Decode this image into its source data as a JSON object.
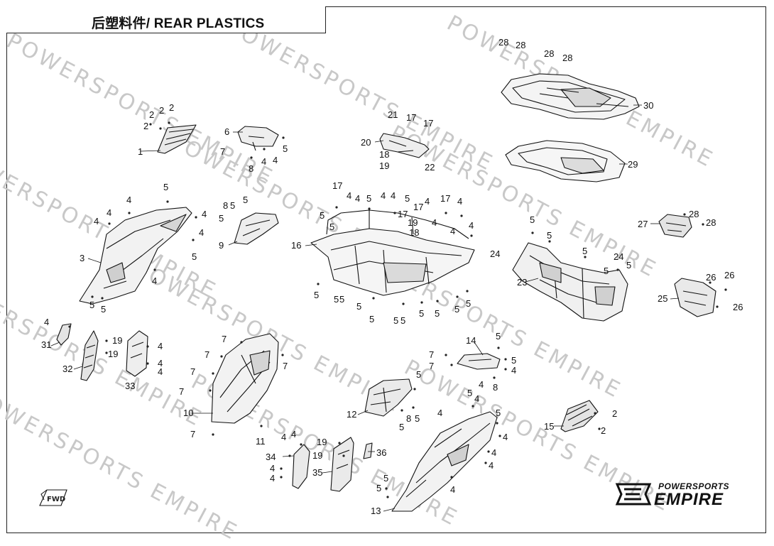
{
  "title": "后塑料件/ REAR PLASTICS",
  "watermark_text": "POWERSPORTS EMPIRE",
  "fwd_label": "FWD",
  "brand": {
    "line1": "POWERSPORTS",
    "line2": "EMPIRE",
    "logo_icon": "empire-shield-logo"
  },
  "callouts": [
    {
      "n": "1"
    },
    {
      "n": "2"
    },
    {
      "n": "3"
    },
    {
      "n": "4"
    },
    {
      "n": "5"
    },
    {
      "n": "6"
    },
    {
      "n": "7"
    },
    {
      "n": "8"
    },
    {
      "n": "9"
    },
    {
      "n": "10"
    },
    {
      "n": "11"
    },
    {
      "n": "12"
    },
    {
      "n": "13"
    },
    {
      "n": "14"
    },
    {
      "n": "15"
    },
    {
      "n": "16"
    },
    {
      "n": "17"
    },
    {
      "n": "18"
    },
    {
      "n": "19"
    },
    {
      "n": "20"
    },
    {
      "n": "21"
    },
    {
      "n": "22"
    },
    {
      "n": "23"
    },
    {
      "n": "24"
    },
    {
      "n": "25"
    },
    {
      "n": "26"
    },
    {
      "n": "27"
    },
    {
      "n": "28"
    },
    {
      "n": "29"
    },
    {
      "n": "30"
    },
    {
      "n": "31"
    },
    {
      "n": "32"
    },
    {
      "n": "33"
    },
    {
      "n": "34"
    },
    {
      "n": "35"
    },
    {
      "n": "36"
    }
  ]
}
